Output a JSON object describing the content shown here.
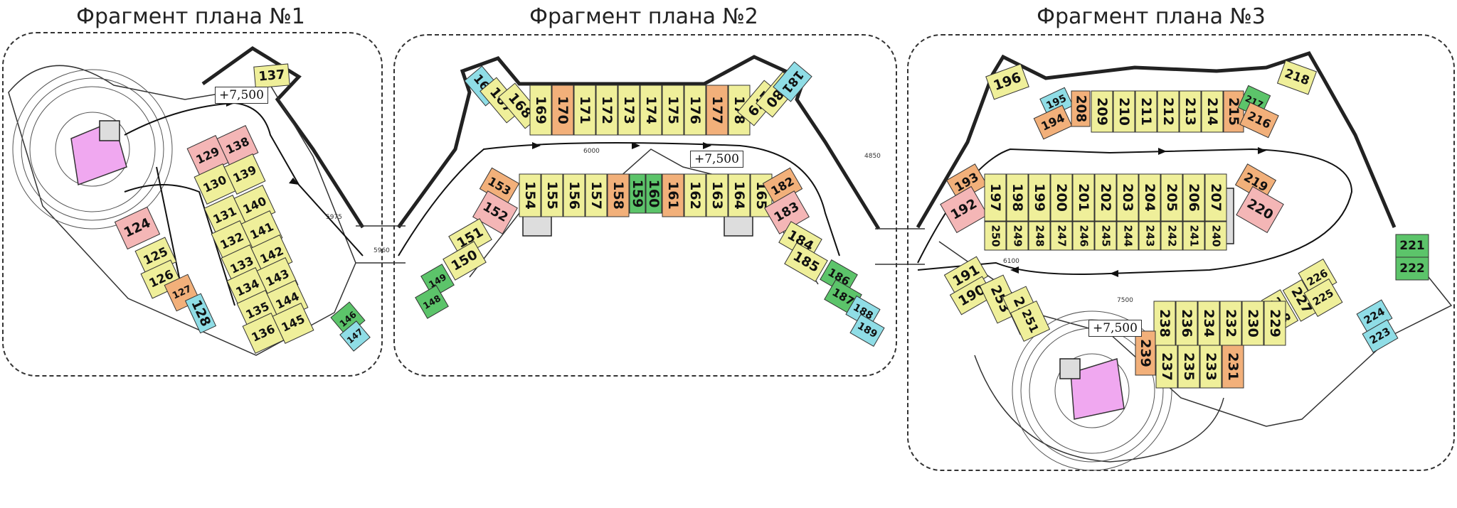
{
  "fragments": [
    {
      "title": "Фрагмент плана №1"
    },
    {
      "title": "Фрагмент плана №2"
    },
    {
      "title": "Фрагмент плана №3"
    }
  ],
  "elevation_label": "+7,500",
  "colors": {
    "yellow": "#efef9a",
    "pink": "#f4b6b6",
    "orange": "#f2b07a",
    "green": "#5cc46a",
    "cyan": "#8fdde6",
    "ramp": "#f0a8f0"
  },
  "dimension_labels": [
    "5975",
    "5960",
    "6000",
    "6100",
    "7500",
    "4850"
  ],
  "spots": [
    {
      "label": "137",
      "c": "yellow"
    },
    {
      "label": "129",
      "c": "pink"
    },
    {
      "label": "138",
      "c": "pink"
    },
    {
      "label": "130",
      "c": "yellow"
    },
    {
      "label": "139",
      "c": "yellow"
    },
    {
      "label": "131",
      "c": "yellow"
    },
    {
      "label": "140",
      "c": "yellow"
    },
    {
      "label": "132",
      "c": "yellow"
    },
    {
      "label": "141",
      "c": "yellow"
    },
    {
      "label": "133",
      "c": "yellow"
    },
    {
      "label": "142",
      "c": "yellow"
    },
    {
      "label": "134",
      "c": "yellow"
    },
    {
      "label": "143",
      "c": "yellow"
    },
    {
      "label": "135",
      "c": "yellow"
    },
    {
      "label": "144",
      "c": "yellow"
    },
    {
      "label": "136",
      "c": "yellow"
    },
    {
      "label": "145",
      "c": "yellow"
    },
    {
      "label": "124",
      "c": "pink"
    },
    {
      "label": "125",
      "c": "yellow"
    },
    {
      "label": "126",
      "c": "yellow"
    },
    {
      "label": "127",
      "c": "orange"
    },
    {
      "label": "128",
      "c": "cyan"
    },
    {
      "label": "146",
      "c": "green"
    },
    {
      "label": "147",
      "c": "cyan"
    },
    {
      "label": "166",
      "c": "cyan"
    },
    {
      "label": "167",
      "c": "yellow"
    },
    {
      "label": "168",
      "c": "yellow"
    },
    {
      "label": "169",
      "c": "yellow"
    },
    {
      "label": "170",
      "c": "orange"
    },
    {
      "label": "171",
      "c": "yellow"
    },
    {
      "label": "172",
      "c": "yellow"
    },
    {
      "label": "173",
      "c": "yellow"
    },
    {
      "label": "174",
      "c": "yellow"
    },
    {
      "label": "175",
      "c": "yellow"
    },
    {
      "label": "176",
      "c": "yellow"
    },
    {
      "label": "177",
      "c": "orange"
    },
    {
      "label": "178",
      "c": "yellow"
    },
    {
      "label": "179",
      "c": "yellow"
    },
    {
      "label": "180",
      "c": "yellow"
    },
    {
      "label": "181",
      "c": "cyan"
    },
    {
      "label": "153",
      "c": "orange"
    },
    {
      "label": "152",
      "c": "pink"
    },
    {
      "label": "154",
      "c": "yellow"
    },
    {
      "label": "155",
      "c": "yellow"
    },
    {
      "label": "156",
      "c": "yellow"
    },
    {
      "label": "157",
      "c": "yellow"
    },
    {
      "label": "158",
      "c": "orange"
    },
    {
      "label": "159",
      "c": "green"
    },
    {
      "label": "160",
      "c": "green"
    },
    {
      "label": "161",
      "c": "orange"
    },
    {
      "label": "162",
      "c": "yellow"
    },
    {
      "label": "163",
      "c": "yellow"
    },
    {
      "label": "164",
      "c": "yellow"
    },
    {
      "label": "165",
      "c": "yellow"
    },
    {
      "label": "182",
      "c": "orange"
    },
    {
      "label": "183",
      "c": "pink"
    },
    {
      "label": "151",
      "c": "yellow"
    },
    {
      "label": "150",
      "c": "yellow"
    },
    {
      "label": "149",
      "c": "green"
    },
    {
      "label": "148",
      "c": "green"
    },
    {
      "label": "184",
      "c": "yellow"
    },
    {
      "label": "185",
      "c": "yellow"
    },
    {
      "label": "186",
      "c": "green"
    },
    {
      "label": "187",
      "c": "green"
    },
    {
      "label": "188",
      "c": "cyan"
    },
    {
      "label": "189",
      "c": "cyan"
    },
    {
      "label": "196",
      "c": "yellow"
    },
    {
      "label": "195",
      "c": "cyan"
    },
    {
      "label": "194",
      "c": "orange"
    },
    {
      "label": "208",
      "c": "orange"
    },
    {
      "label": "209",
      "c": "yellow"
    },
    {
      "label": "210",
      "c": "yellow"
    },
    {
      "label": "211",
      "c": "yellow"
    },
    {
      "label": "212",
      "c": "yellow"
    },
    {
      "label": "213",
      "c": "yellow"
    },
    {
      "label": "214",
      "c": "yellow"
    },
    {
      "label": "215",
      "c": "orange"
    },
    {
      "label": "217",
      "c": "green"
    },
    {
      "label": "216",
      "c": "orange"
    },
    {
      "label": "218",
      "c": "yellow"
    },
    {
      "label": "193",
      "c": "orange"
    },
    {
      "label": "192",
      "c": "pink"
    },
    {
      "label": "197",
      "c": "yellow"
    },
    {
      "label": "198",
      "c": "yellow"
    },
    {
      "label": "199",
      "c": "yellow"
    },
    {
      "label": "200",
      "c": "yellow"
    },
    {
      "label": "201",
      "c": "yellow"
    },
    {
      "label": "202",
      "c": "yellow"
    },
    {
      "label": "203",
      "c": "yellow"
    },
    {
      "label": "204",
      "c": "yellow"
    },
    {
      "label": "205",
      "c": "yellow"
    },
    {
      "label": "206",
      "c": "yellow"
    },
    {
      "label": "207",
      "c": "yellow"
    },
    {
      "label": "219",
      "c": "orange"
    },
    {
      "label": "220",
      "c": "pink"
    },
    {
      "label": "250",
      "c": "yellow"
    },
    {
      "label": "249",
      "c": "yellow"
    },
    {
      "label": "248",
      "c": "yellow"
    },
    {
      "label": "247",
      "c": "yellow"
    },
    {
      "label": "246",
      "c": "yellow"
    },
    {
      "label": "245",
      "c": "yellow"
    },
    {
      "label": "244",
      "c": "yellow"
    },
    {
      "label": "243",
      "c": "yellow"
    },
    {
      "label": "242",
      "c": "yellow"
    },
    {
      "label": "241",
      "c": "yellow"
    },
    {
      "label": "240",
      "c": "yellow"
    },
    {
      "label": "221",
      "c": "green"
    },
    {
      "label": "222",
      "c": "green"
    },
    {
      "label": "191",
      "c": "yellow"
    },
    {
      "label": "190",
      "c": "yellow"
    },
    {
      "label": "253",
      "c": "yellow"
    },
    {
      "label": "252",
      "c": "yellow"
    },
    {
      "label": "251",
      "c": "yellow"
    },
    {
      "label": "226",
      "c": "yellow"
    },
    {
      "label": "227",
      "c": "yellow"
    },
    {
      "label": "228",
      "c": "yellow"
    },
    {
      "label": "225",
      "c": "yellow"
    },
    {
      "label": "224",
      "c": "cyan"
    },
    {
      "label": "223",
      "c": "cyan"
    },
    {
      "label": "238",
      "c": "yellow"
    },
    {
      "label": "236",
      "c": "yellow"
    },
    {
      "label": "234",
      "c": "yellow"
    },
    {
      "label": "232",
      "c": "yellow"
    },
    {
      "label": "230",
      "c": "yellow"
    },
    {
      "label": "229",
      "c": "yellow"
    },
    {
      "label": "239",
      "c": "orange"
    },
    {
      "label": "237",
      "c": "yellow"
    },
    {
      "label": "235",
      "c": "yellow"
    },
    {
      "label": "233",
      "c": "yellow"
    },
    {
      "label": "231",
      "c": "orange"
    }
  ]
}
